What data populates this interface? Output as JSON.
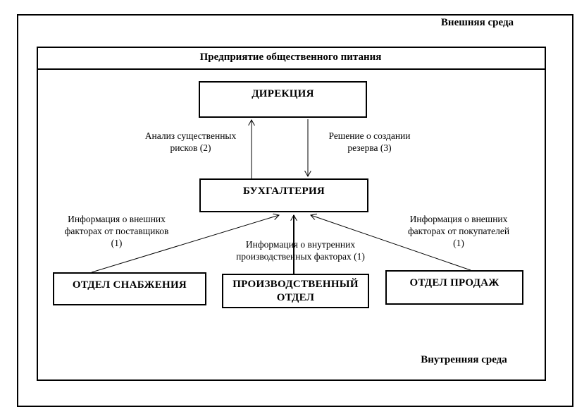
{
  "diagram": {
    "environment": {
      "external_label": "Внешняя среда",
      "internal_label": "Внутренняя среда"
    },
    "enterprise_title": "Предприятие общественного питания",
    "nodes": {
      "direkciya": "ДИРЕКЦИЯ",
      "buhgalteriya": "БУХГАЛТЕРИЯ",
      "otdel_snabzheniya": "ОТДЕЛ СНАБЖЕНИЯ",
      "proizvodstvennyj_otdel": "ПРОИЗВОДСТВЕННЫЙ\nОТДЕЛ",
      "otdel_prodazh": "ОТДЕЛ ПРОДАЖ"
    },
    "edge_labels": {
      "analiz_riskov": "Анализ существенных\nрисков (2)",
      "reshenie_rezerv": "Решение о создании\nрезерва (3)",
      "info_postavshiki": "Информация о внешних\nфакторах от поставщиков\n(1)",
      "info_vnutrennie": "Информация о внутренних\nпроизводственных факторах (1)",
      "info_pokupateli": "Информация о внешних\nфакторах от покупателей\n(1)"
    },
    "colors": {
      "line": "#000000",
      "background": "#ffffff"
    }
  }
}
